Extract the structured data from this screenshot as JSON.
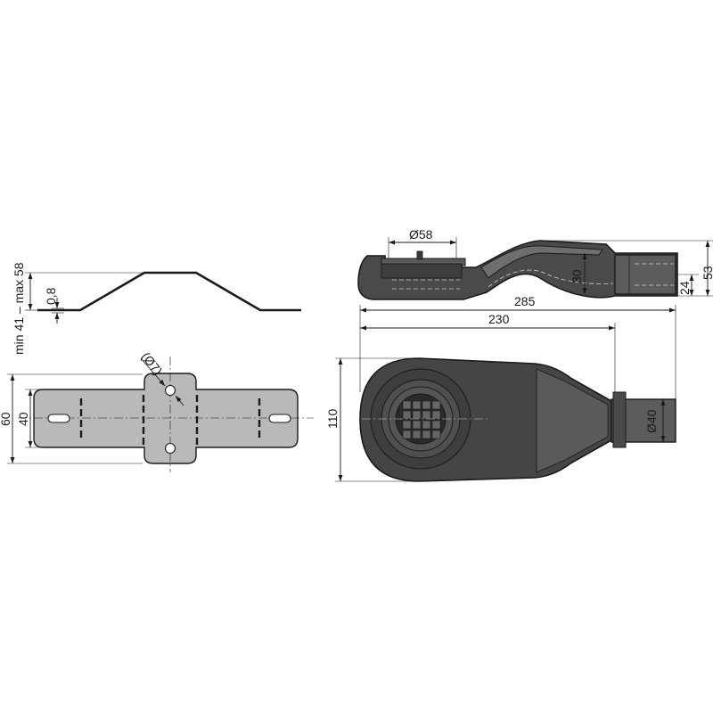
{
  "dimensions": {
    "height_range": "min 41 – max 58",
    "sheet_thickness": "0,8",
    "bracket_width_outer": "60",
    "bracket_width_inner": "40",
    "hole_diameter": "(Ø7)",
    "outlet_inlet_diameter": "Ø58",
    "outlet_height_30": "30",
    "outlet_height_24": "24",
    "outlet_height_53": "53",
    "total_length": "285",
    "body_length": "230",
    "body_width": "110",
    "pipe_diameter": "Ø40"
  },
  "colors": {
    "line": "#1a1a1a",
    "bracket_fill": "#b9b9b9",
    "body_dark": "#3f3f3f",
    "body_mid": "#575757",
    "body_light": "#6b6b6b"
  }
}
